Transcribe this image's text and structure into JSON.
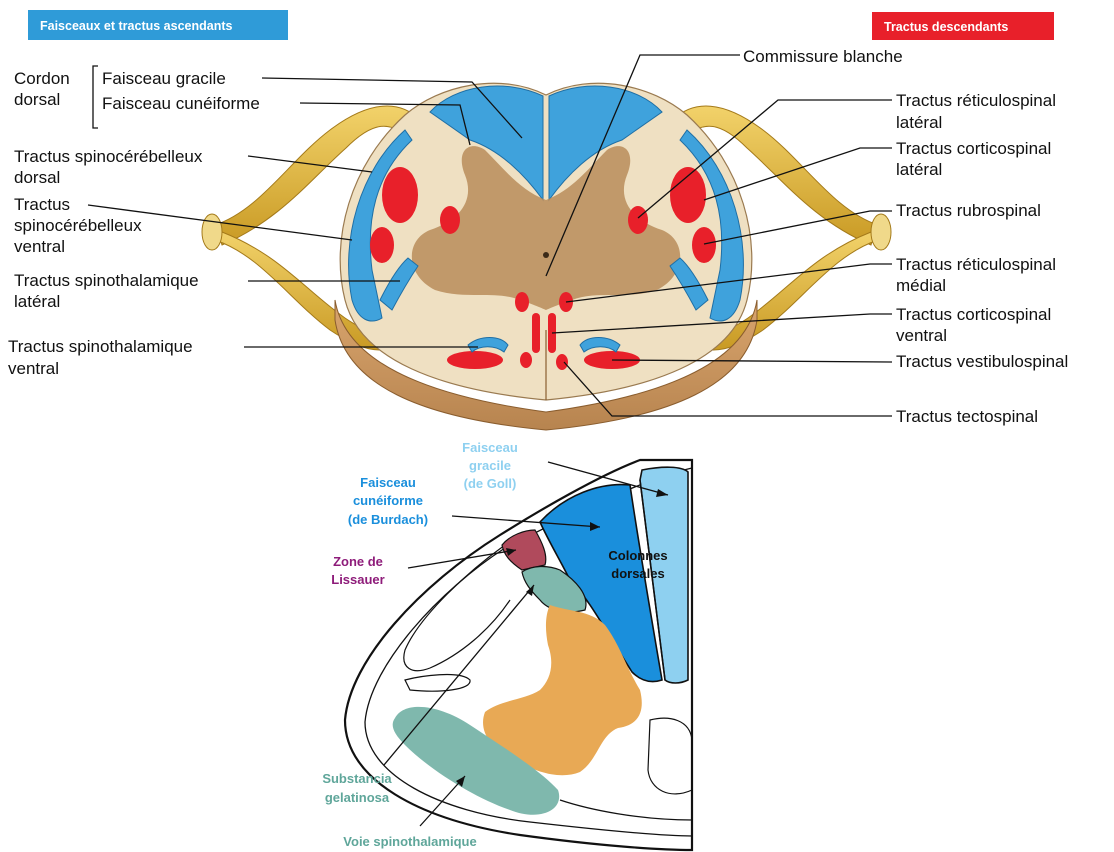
{
  "headers": {
    "ascending": "Faisceaux et tractus ascendants",
    "descending": "Tractus descendants"
  },
  "colors": {
    "ascending": "#2f9bd8",
    "descending": "#e8202a",
    "white_matter_blue": "#3fa2dc",
    "grey_matter": "#b88c5a",
    "tissue": "#efe0c2",
    "nerve_root": "#e3b73b",
    "gracile_light": "#8ed0f0",
    "cuneate_blue": "#1a8fdc",
    "lissauer": "#b04a5c",
    "gelatinosa": "#7fb8ad",
    "grey_matter_orange": "#e8a955"
  },
  "top_diagram": {
    "left_labels": {
      "cordon": [
        "Cordon",
        "dorsal"
      ],
      "gracile": "Faisceau gracile",
      "cuneiforme": "Faisceau cunéiforme",
      "spinocerebelleux_dorsal": [
        "Tractus spinocérébelleux",
        "dorsal"
      ],
      "spinocerebelleux_ventral": [
        "Tractus",
        "spinocérébelleux",
        "ventral"
      ],
      "spinothalamique_lateral": [
        "Tractus spinothalamique",
        "latéral"
      ],
      "spinothalamique_ventral": [
        "Tractus spinothalamique",
        "ventral"
      ]
    },
    "right_labels": {
      "commissure": "Commissure blanche",
      "reticulospinal_lateral": [
        "Tractus réticulospinal",
        "latéral"
      ],
      "corticospinal_lateral": [
        "Tractus corticospinal",
        "latéral"
      ],
      "rubrospinal": "Tractus rubrospinal",
      "reticulospinal_medial": [
        "Tractus réticulospinal",
        "médial"
      ],
      "corticospinal_ventral": [
        "Tractus corticospinal",
        "ventral"
      ],
      "vestibulospinal": "Tractus vestibulospinal",
      "tectospinal": "Tractus tectospinal"
    }
  },
  "bottom_diagram": {
    "gracile": [
      "Faisceau",
      "gracile",
      "(de Goll)"
    ],
    "cuneiforme": [
      "Faisceau",
      "cunéiforme",
      "(de Burdach)"
    ],
    "lissauer": [
      "Zone de",
      "Lissauer"
    ],
    "colonnes": [
      "Colonnes",
      "dorsales"
    ],
    "gelatinosa": [
      "Substancia",
      "gelatinosa"
    ],
    "spinothalamique": "Voie spinothalamique"
  }
}
